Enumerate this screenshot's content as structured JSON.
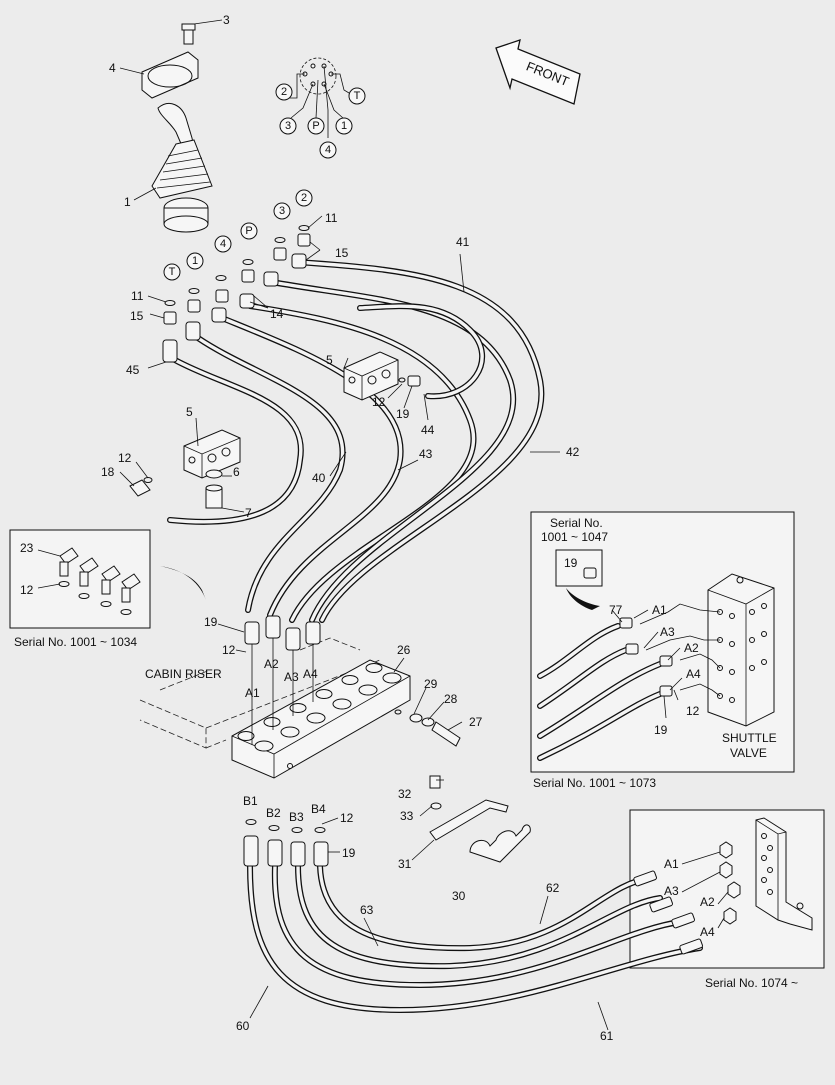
{
  "labels": {
    "front_arrow": "FRONT",
    "cabin_riser": "CABIN RISER",
    "shuttle_valve_line1": "SHUTTLE",
    "shuttle_valve_line2": "VALVE"
  },
  "captions": {
    "inset_left": "Serial No. 1001 ~ 1034",
    "inset_right_top_1": "Serial No.",
    "inset_right_top_2": "1001 ~ 1047",
    "inset_right_bottom": "Serial No. 1001 ~ 1073",
    "inset_lower_right": "Serial No. 1074 ~"
  },
  "ports": {
    "circled": [
      "2",
      "T",
      "3",
      "P",
      "1",
      "4",
      "3",
      "2",
      "4",
      "P",
      "T",
      "1"
    ],
    "block_top": [
      "A1",
      "A2",
      "A3",
      "A4"
    ],
    "block_bottom": [
      "B1",
      "B2",
      "B3",
      "B4"
    ],
    "shuttle": [
      "A1",
      "A3",
      "A2",
      "A4"
    ],
    "bracket": [
      "A1",
      "A3",
      "A2",
      "A4"
    ]
  },
  "part_numbers": [
    "1",
    "3",
    "4",
    "5",
    "5",
    "6",
    "7",
    "11",
    "11",
    "12",
    "12",
    "12",
    "12",
    "12",
    "12",
    "14",
    "15",
    "15",
    "18",
    "19",
    "19",
    "19",
    "19",
    "23",
    "26",
    "27",
    "28",
    "29",
    "30",
    "31",
    "32",
    "33",
    "40",
    "41",
    "42",
    "43",
    "44",
    "45",
    "60",
    "61",
    "62",
    "63",
    "77"
  ]
}
